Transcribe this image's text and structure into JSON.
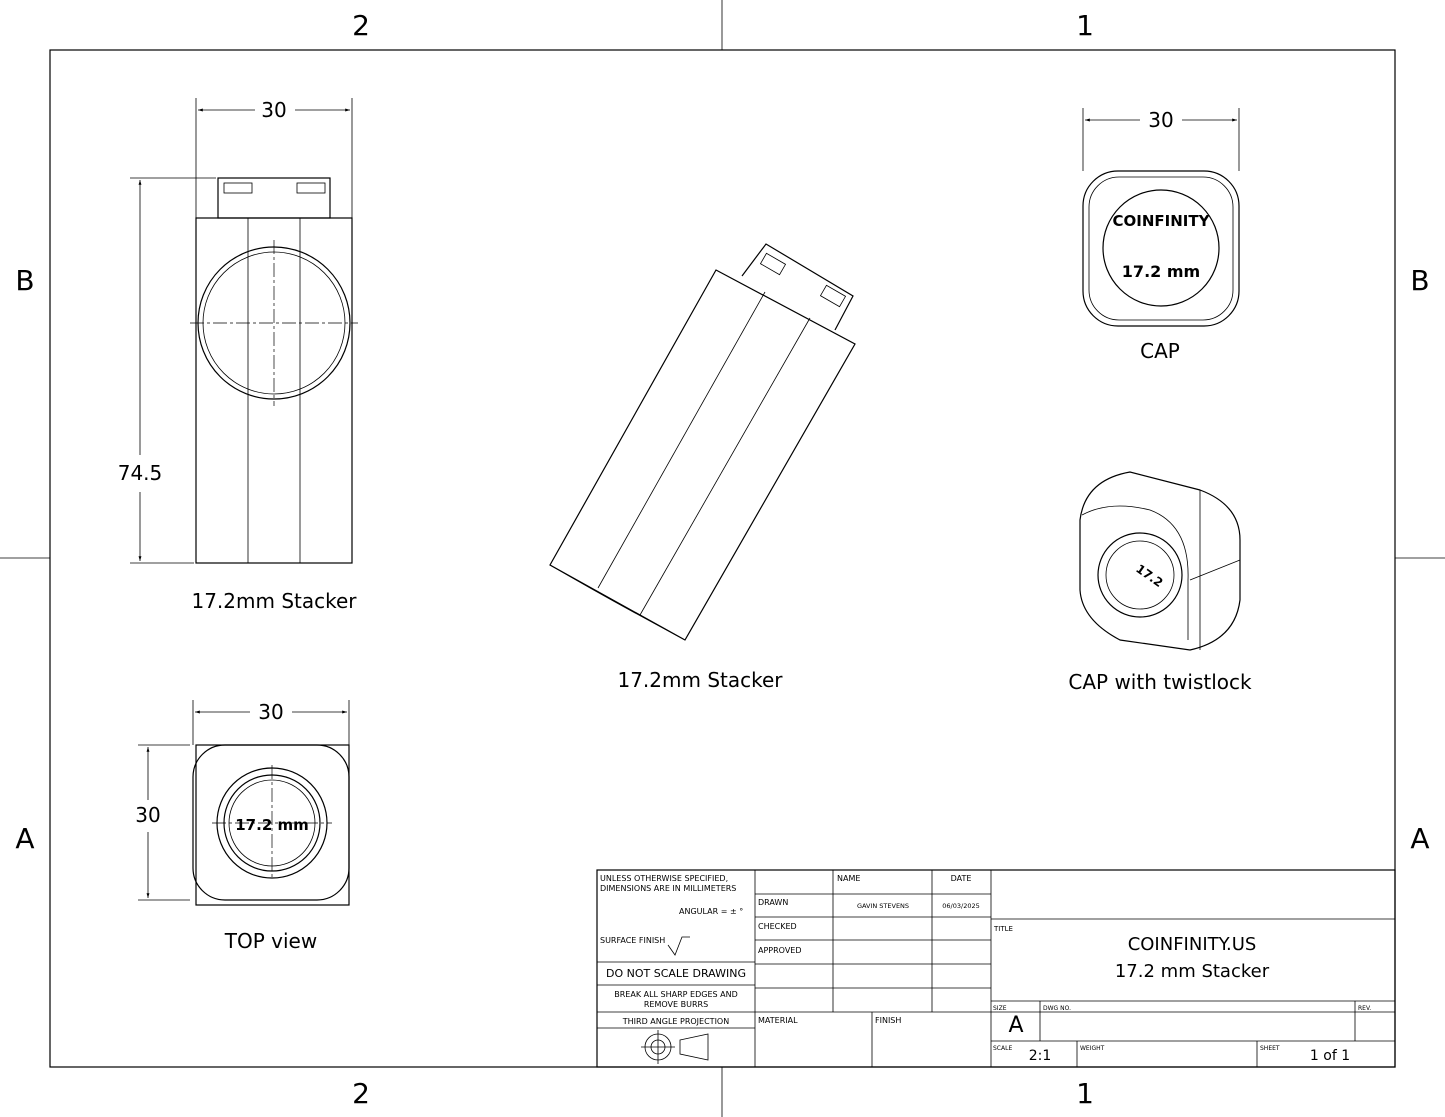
{
  "zones": {
    "top": [
      "2",
      "1"
    ],
    "bottom": [
      "2",
      "1"
    ],
    "left": [
      "B",
      "A"
    ],
    "right": [
      "B",
      "A"
    ]
  },
  "views": {
    "front": {
      "label": "17.2mm Stacker",
      "width_dim": "30",
      "height_dim": "74.5"
    },
    "iso": {
      "label": "17.2mm Stacker"
    },
    "top": {
      "label": "TOP view",
      "width_dim": "30",
      "height_dim": "30",
      "engraving": "17.2 mm"
    },
    "cap": {
      "label": "CAP",
      "width_dim": "30",
      "brand": "COINFINITY",
      "size": "17.2 mm"
    },
    "cap_twist": {
      "label": "CAP with twistlock",
      "engraving": "17.2"
    }
  },
  "title_block": {
    "notes1": "UNLESS OTHERWISE SPECIFIED,",
    "notes2": "DIMENSIONS ARE IN MILLIMETERS",
    "angular": "ANGULAR = ± °",
    "surface_finish": "SURFACE FINISH",
    "do_not_scale": "DO NOT SCALE DRAWING",
    "break_edges1": "BREAK ALL SHARP EDGES AND",
    "break_edges2": "REMOVE BURRS",
    "projection": "THIRD ANGLE PROJECTION",
    "name_hdr": "NAME",
    "date_hdr": "DATE",
    "drawn": "DRAWN",
    "drawn_name": "GAVIN STEVENS",
    "drawn_date": "06/03/2025",
    "checked": "CHECKED",
    "approved": "APPROVED",
    "material": "MATERIAL",
    "finish": "FINISH",
    "title_lbl": "TITLE",
    "title1": "COINFINITY.US",
    "title2": "17.2 mm Stacker",
    "size_lbl": "SIZE",
    "size": "A",
    "dwg_lbl": "DWG NO.",
    "rev_lbl": "REV.",
    "scale_lbl": "SCALE",
    "scale": "2:1",
    "weight_lbl": "WEIGHT",
    "sheet_lbl": "SHEET",
    "sheet": "1 of 1"
  }
}
